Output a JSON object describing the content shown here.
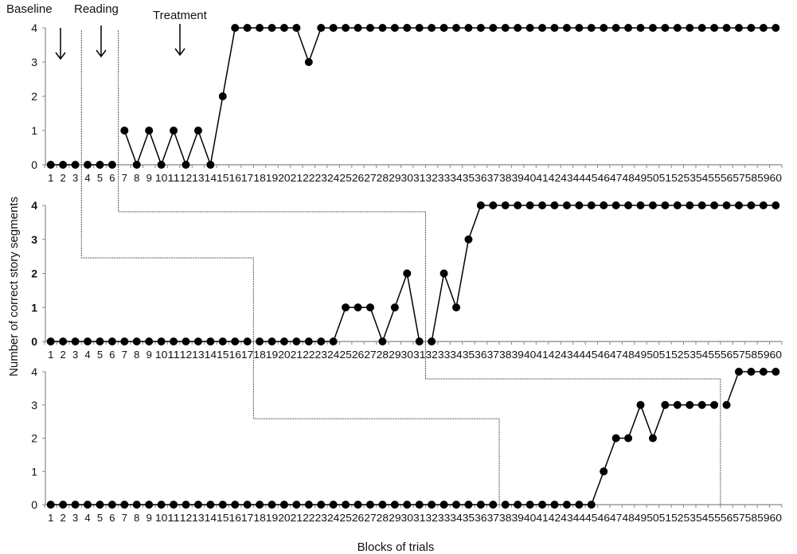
{
  "chart_data": {
    "type": "line",
    "title": "",
    "xlabel": "Blocks of trials",
    "ylabel": "Number of correct story segments",
    "ylim": [
      0,
      4
    ],
    "yticks": [
      "0",
      "1",
      "2",
      "3",
      "4"
    ],
    "x": [
      1,
      2,
      3,
      4,
      5,
      6,
      7,
      8,
      9,
      10,
      11,
      12,
      13,
      14,
      15,
      16,
      17,
      18,
      19,
      20,
      21,
      22,
      23,
      24,
      25,
      26,
      27,
      28,
      29,
      30,
      31,
      32,
      33,
      34,
      35,
      36,
      37,
      38,
      39,
      40,
      41,
      42,
      43,
      44,
      45,
      46,
      47,
      48,
      49,
      50,
      51,
      52,
      53,
      54,
      55,
      56,
      57,
      58,
      59,
      60
    ],
    "annotations": {
      "baseline": "Baseline",
      "reading": "Reading",
      "treatment": "Treatment"
    },
    "panels": [
      {
        "name": "Panel 1",
        "phase_breaks_after": [
          3,
          6
        ],
        "values": [
          0,
          0,
          0,
          0,
          0,
          0,
          1,
          0,
          1,
          0,
          1,
          0,
          1,
          0,
          2,
          4,
          4,
          4,
          4,
          4,
          4,
          3,
          4,
          4,
          4,
          4,
          4,
          4,
          4,
          4,
          4,
          4,
          4,
          4,
          4,
          4,
          4,
          4,
          4,
          4,
          4,
          4,
          4,
          4,
          4,
          4,
          4,
          4,
          4,
          4,
          4,
          4,
          4,
          4,
          4,
          4,
          4,
          4,
          4,
          4
        ]
      },
      {
        "name": "Panel 2",
        "phase_breaks_after": [
          17,
          31
        ],
        "values": [
          0,
          0,
          0,
          0,
          0,
          0,
          0,
          0,
          0,
          0,
          0,
          0,
          0,
          0,
          0,
          0,
          0,
          0,
          0,
          0,
          0,
          0,
          0,
          0,
          1,
          1,
          1,
          0,
          1,
          2,
          0,
          0,
          2,
          1,
          3,
          4,
          4,
          4,
          4,
          4,
          4,
          4,
          4,
          4,
          4,
          4,
          4,
          4,
          4,
          4,
          4,
          4,
          4,
          4,
          4,
          4,
          4,
          4,
          4,
          4
        ]
      },
      {
        "name": "Panel 3",
        "phase_breaks_after": [
          37,
          55
        ],
        "values": [
          0,
          0,
          0,
          0,
          0,
          0,
          0,
          0,
          0,
          0,
          0,
          0,
          0,
          0,
          0,
          0,
          0,
          0,
          0,
          0,
          0,
          0,
          0,
          0,
          0,
          0,
          0,
          0,
          0,
          0,
          0,
          0,
          0,
          0,
          0,
          0,
          0,
          0,
          0,
          0,
          0,
          0,
          0,
          0,
          0,
          1,
          2,
          2,
          3,
          2,
          3,
          3,
          3,
          3,
          3,
          3,
          4,
          4,
          4,
          4
        ]
      }
    ]
  }
}
